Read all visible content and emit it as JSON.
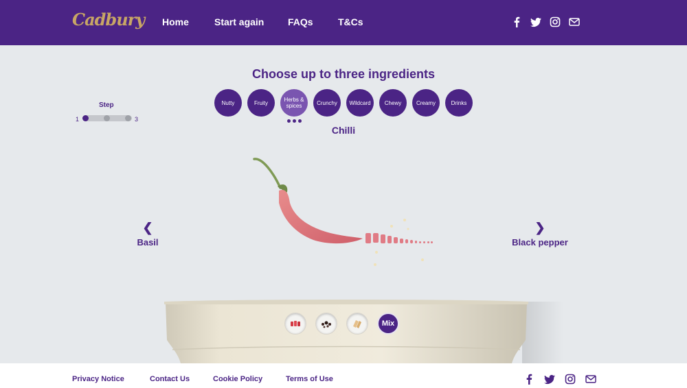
{
  "header": {
    "logo_text": "Cadbury",
    "nav": [
      "Home",
      "Start again",
      "FAQs",
      "T&Cs"
    ],
    "social": [
      "facebook-icon",
      "twitter-icon",
      "instagram-icon",
      "mail-icon"
    ]
  },
  "main": {
    "title": "Choose up to three ingredients",
    "categories": [
      "Nutty",
      "Fruity",
      "Herbs & spices",
      "Crunchy",
      "Wildcard",
      "Chewy",
      "Creamy",
      "Drinks"
    ],
    "active_category": "Herbs & spices",
    "step": {
      "label": "Step",
      "min": "1",
      "max": "3",
      "current": 1
    },
    "ingredient": "Chilli",
    "prev": "Basil",
    "next": "Black pepper",
    "mix_label": "Mix"
  },
  "footer": {
    "links": [
      "Privacy Notice",
      "Contact Us",
      "Cookie Policy",
      "Terms of Use"
    ]
  },
  "colors": {
    "brand": "#4b2485",
    "gold": "#c8a665",
    "background": "#e6e9ec"
  }
}
